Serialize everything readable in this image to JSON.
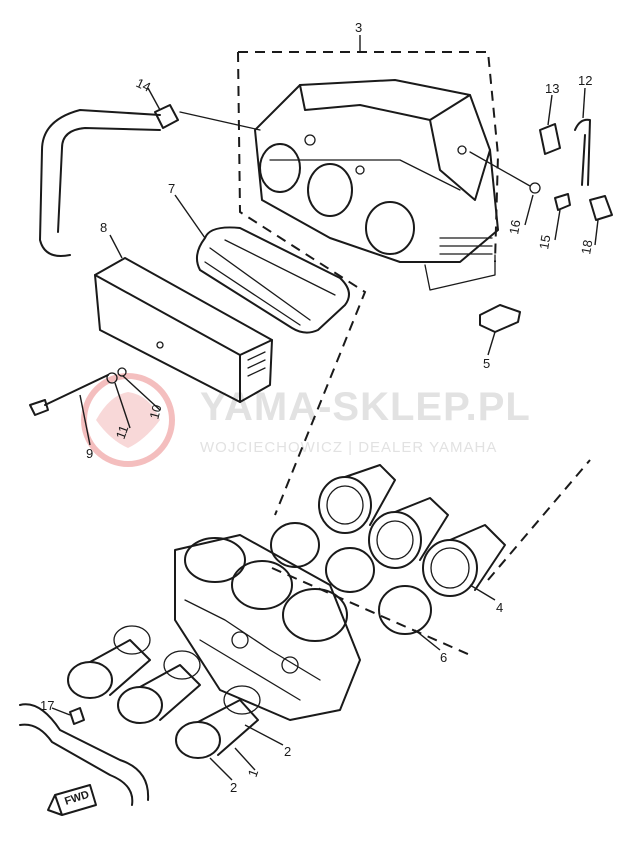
{
  "watermark": {
    "title": "YAMA-SKLEP.PL",
    "subtitle": "WOJCIECHOWICZ | DEALER YAMAHA",
    "logo_color": "#e04848",
    "text_color": "#e2e2e2"
  },
  "fwd_label": "FWD",
  "callouts": [
    {
      "id": "3",
      "label": "3"
    },
    {
      "id": "14",
      "label": "14"
    },
    {
      "id": "13",
      "label": "13"
    },
    {
      "id": "12",
      "label": "12"
    },
    {
      "id": "7",
      "label": "7"
    },
    {
      "id": "8",
      "label": "8"
    },
    {
      "id": "16",
      "label": "16"
    },
    {
      "id": "15",
      "label": "15"
    },
    {
      "id": "18",
      "label": "18"
    },
    {
      "id": "5",
      "label": "5"
    },
    {
      "id": "9",
      "label": "9"
    },
    {
      "id": "11",
      "label": "11"
    },
    {
      "id": "10",
      "label": "10"
    },
    {
      "id": "4",
      "label": "4"
    },
    {
      "id": "6",
      "label": "6"
    },
    {
      "id": "17",
      "label": "17"
    },
    {
      "id": "2a",
      "label": "2"
    },
    {
      "id": "1",
      "label": "1"
    },
    {
      "id": "2b",
      "label": "2"
    }
  ]
}
